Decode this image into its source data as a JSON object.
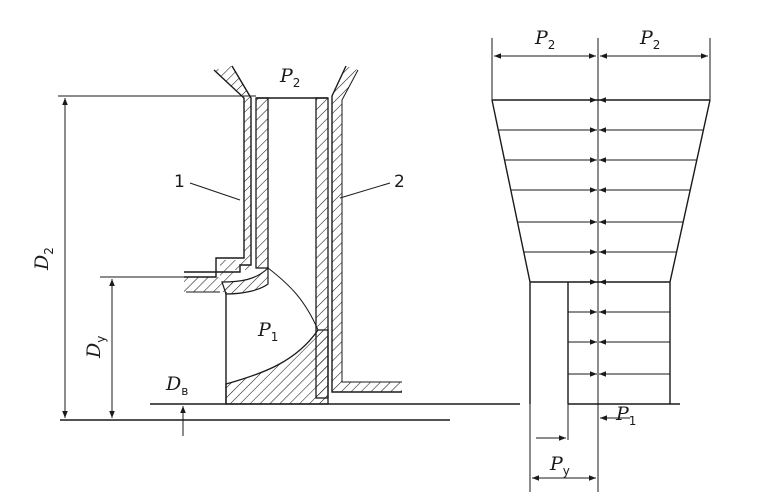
{
  "labels": {
    "p2_top": "P",
    "p2_top_sub": "2",
    "p1_inner": "P",
    "p1_inner_sub": "1",
    "d2": "D",
    "d2_sub": "2",
    "dy": "D",
    "dy_sub": "y",
    "db": "D",
    "db_sub": "в",
    "part1": "1",
    "part2": "2",
    "p2_left": "P",
    "p2_left_sub": "2",
    "p2_right": "P",
    "p2_right_sub": "2",
    "p1_right": "P",
    "p1_right_sub": "1",
    "py": "P",
    "py_sub": "y"
  }
}
